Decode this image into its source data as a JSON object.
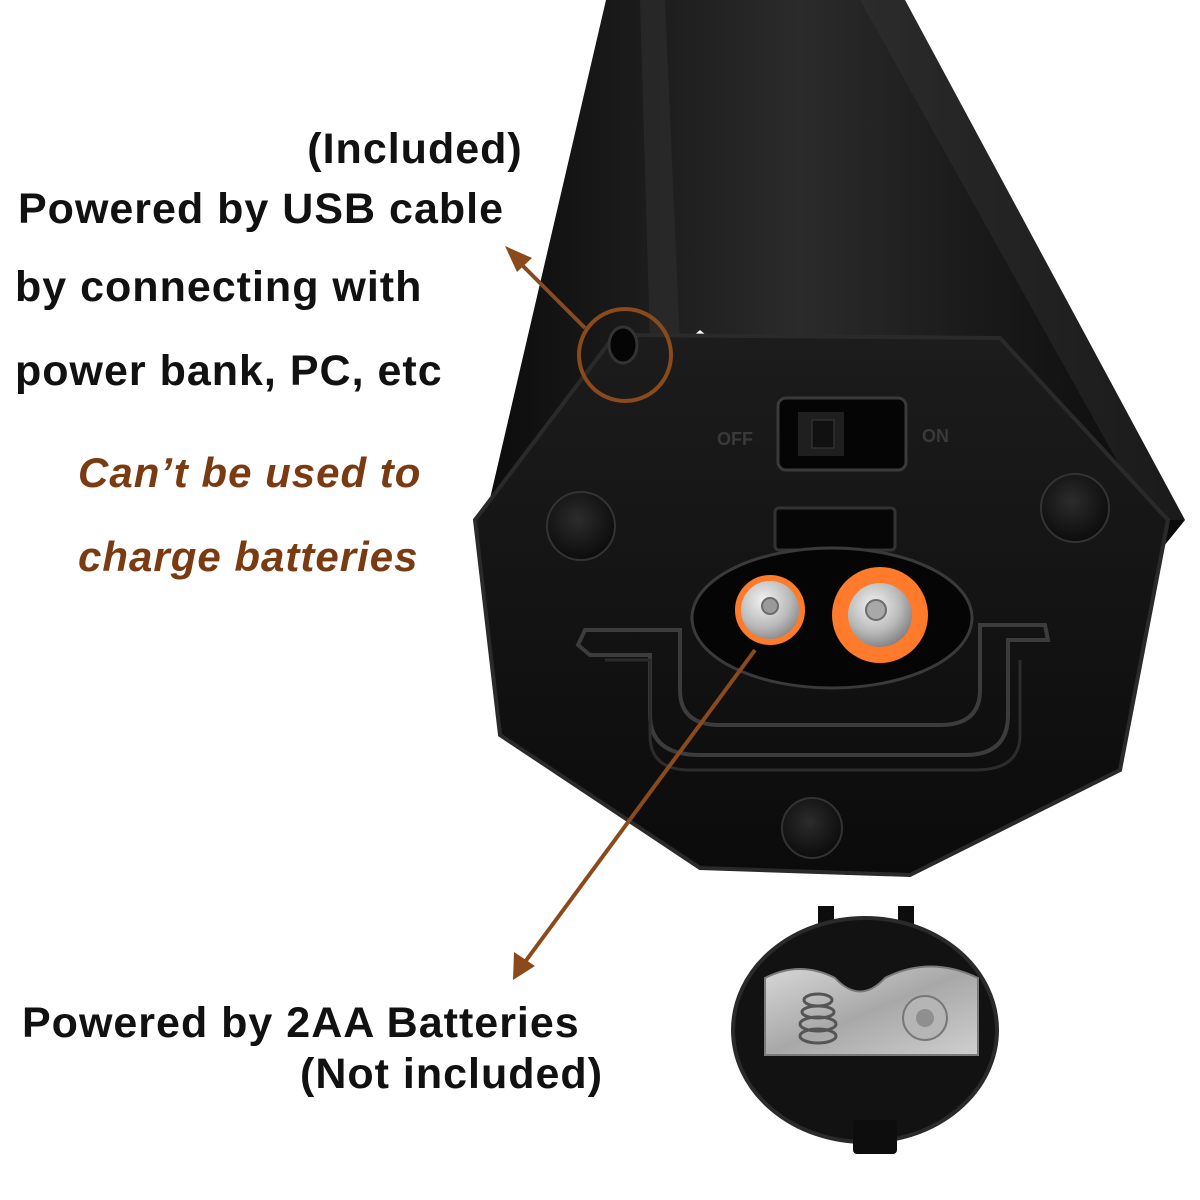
{
  "colors": {
    "text": "#111111",
    "warning": "#7a3a12",
    "arrow": "#8a4a1c",
    "body": "#141414",
    "battery_ring": "#ff7a2a",
    "background": "#ffffff"
  },
  "usb_callout": {
    "line1": "(Included)",
    "line2": "Powered by USB cable",
    "line3": "by connecting with",
    "line4": "power bank, PC, etc"
  },
  "warning_callout": {
    "line1": "Can’t be used to",
    "line2": "charge batteries"
  },
  "battery_callout": {
    "line1": "Powered by 2AA Batteries",
    "line2": "(Not included)"
  },
  "switch_labels": {
    "off": "OFF",
    "on": "ON"
  },
  "icons": [
    "usb-port-icon",
    "power-switch-icon",
    "battery-compartment-icon",
    "battery-cover-icon"
  ]
}
